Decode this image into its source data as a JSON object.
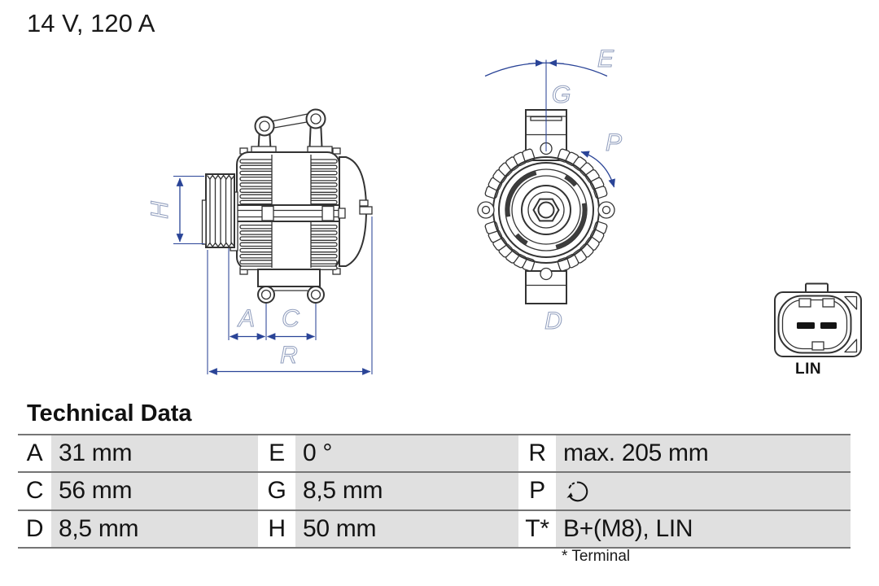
{
  "title": "14 V, 120 A",
  "diagram": {
    "side_view": {
      "dimension_labels": [
        "H",
        "A",
        "C",
        "R"
      ]
    },
    "front_view": {
      "dimension_labels": [
        "E",
        "G",
        "P",
        "D"
      ]
    },
    "connector": {
      "label": "LIN"
    },
    "colors": {
      "line": "#333333",
      "dimension_line": "#2a4497",
      "dimension_label": "#93a0bf"
    }
  },
  "technical_data": {
    "heading": "Technical Data",
    "rows": [
      [
        {
          "key": "A",
          "value": "31 mm"
        },
        {
          "key": "E",
          "value": "0 °"
        },
        {
          "key": "R",
          "value": "max. 205 mm"
        }
      ],
      [
        {
          "key": "C",
          "value": "56 mm"
        },
        {
          "key": "G",
          "value": "8,5 mm"
        },
        {
          "key": "P",
          "value": "",
          "icon": "counterclockwise-rotation-icon"
        }
      ],
      [
        {
          "key": "D",
          "value": "8,5 mm"
        },
        {
          "key": "H",
          "value": "50 mm"
        },
        {
          "key": "T*",
          "value": "B+(M8), LIN"
        }
      ]
    ],
    "footnote": "* Terminal",
    "value_cell_color": "#e0e0e0"
  }
}
